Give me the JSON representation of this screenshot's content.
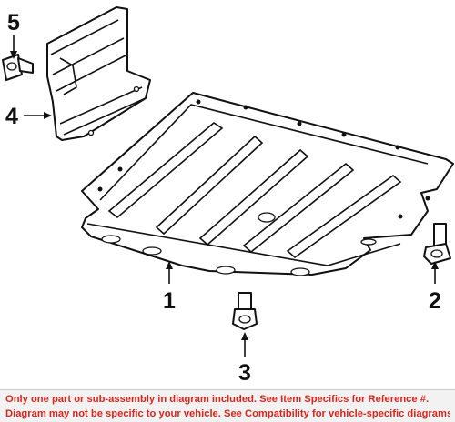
{
  "diagram": {
    "callouts": {
      "part_1": "1",
      "part_2": "2",
      "part_3": "3",
      "part_4": "4",
      "part_5": "5"
    }
  },
  "footer": {
    "line_1": "Only one part or sub-assembly in diagram included. See Item Specifics for Reference #.",
    "line_2": "Diagram may not be specific to your vehicle. See Compatibility for vehicle-specific diagrams."
  },
  "colors": {
    "notice_text": "#d9261c",
    "line_art": "#111111"
  }
}
